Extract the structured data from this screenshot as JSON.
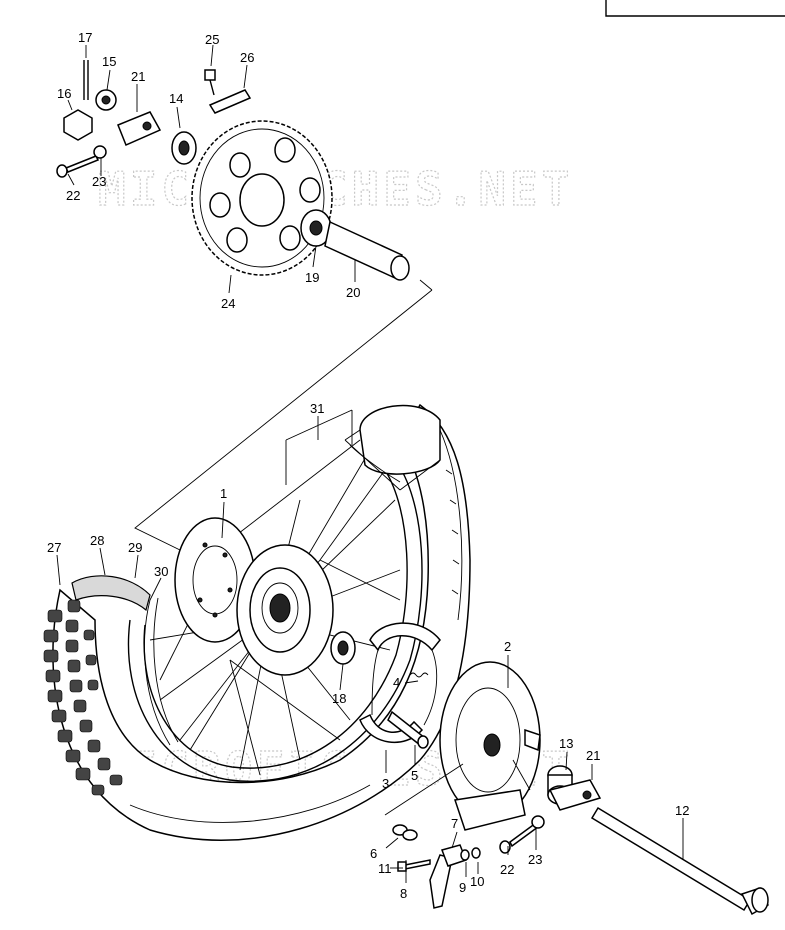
{
  "watermark": "MICROFICHES.NET",
  "labels": {
    "l1": "1",
    "l2": "2",
    "l3": "3",
    "l4": "4",
    "l5": "5",
    "l6": "6",
    "l7": "7",
    "l8": "8",
    "l9": "9",
    "l10": "10",
    "l11": "11",
    "l12": "12",
    "l13": "13",
    "l14": "14",
    "l15": "15",
    "l16": "16",
    "l17": "17",
    "l18": "18",
    "l19": "19",
    "l20": "20",
    "l21a": "21",
    "l21b": "21",
    "l22a": "22",
    "l22b": "22",
    "l23a": "23",
    "l23b": "23",
    "l24": "24",
    "l25": "25",
    "l26": "26",
    "l27": "27",
    "l28": "28",
    "l29": "29",
    "l30": "30",
    "l31": "31"
  }
}
